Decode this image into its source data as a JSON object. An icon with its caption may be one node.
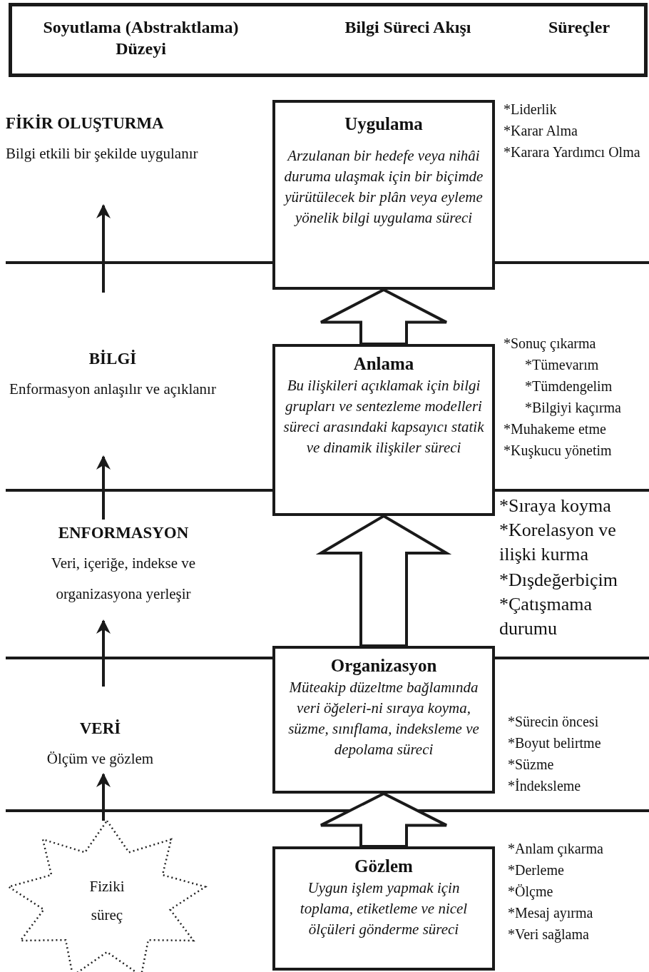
{
  "diagram": {
    "nodes": [
      {
        "text": [
          "Soyutlama (Abstraktlama) Düzeyi",
          "Bilgi Süreci Akışı",
          "Süreçler"
        ]
      },
      {
        "text": [
          "FİKİR OLUŞTURMA",
          "Bilgi etkili bir şekilde uygulanır"
        ]
      },
      {
        "text": [
          "Uygulama",
          "Arzulanan bir hedefe veya nihâi duruma ulaşmak için bir biçimde yürütülecek bir plân veya eyleme yönelik bilgi uygulama süreci"
        ]
      },
      {
        "text": [
          "BİLGİ",
          "Enformasyon anlaşılır ve açıklanır"
        ]
      },
      {
        "text": [
          "Anlama",
          "Bu ilişkileri açıklamak için bilgi grupları ve sentezleme modelleri süreci arasındaki kapsayıcı statik ve dinamik ilişkiler süreci"
        ]
      },
      {
        "text": [
          "ENFORMASYON",
          "Veri, içeriğe, indekse ve organizasyona yerleşir"
        ]
      },
      {
        "text": [
          "Organizasyon",
          "Müteakip düzeltme bağlamında veri öğeleri-ni sıraya koyma, süzme, sınıflama, indeksleme ve depolama süreci"
        ]
      },
      {
        "text": [
          "VERİ",
          "Ölçüm  ve gözlem"
        ]
      },
      {
        "text": [
          "Fiziki süreç"
        ]
      },
      {
        "text": [
          "Gözlem",
          "Uygun işlem yapmak için toplama, etiketleme ve nicel ölçüleri gönderme süreci"
        ]
      }
    ],
    "edges": [
      {
        "from": 9,
        "to": 6,
        "arrow": "to"
      },
      {
        "from": 6,
        "to": 4,
        "arrow": "to"
      },
      {
        "from": 4,
        "to": 2,
        "arrow": "to"
      },
      {
        "from": 8,
        "to": 7,
        "arrow": "to"
      },
      {
        "from": 7,
        "to": 5,
        "arrow": "to"
      },
      {
        "from": 5,
        "to": 3,
        "arrow": "to"
      },
      {
        "from": 3,
        "to": 1,
        "arrow": "to"
      }
    ],
    "labels": [
      "*Liderlik",
      "*Karar Alma",
      "*Karara Yardımcı Olma",
      "*Sonuç çıkarma",
      "*Tümevarım",
      "*Tümdengelim",
      "*Bilgiyi kaçırma",
      "*Muhakeme etme",
      "*Kuşkucu yönetim",
      "*Sıraya koyma",
      "*Korelasyon ve ilişki kurma",
      "*Dışdeğerbiçim",
      "*Çatışmama durumu",
      "*Sürecin öncesi",
      "*Boyut belirtme",
      "*Süzme",
      "*İndeksleme",
      "*Anlam çıkarma",
      "*Derleme",
      "*Ölçme",
      "*Mesaj ayırma",
      "*Veri sağlama"
    ]
  }
}
